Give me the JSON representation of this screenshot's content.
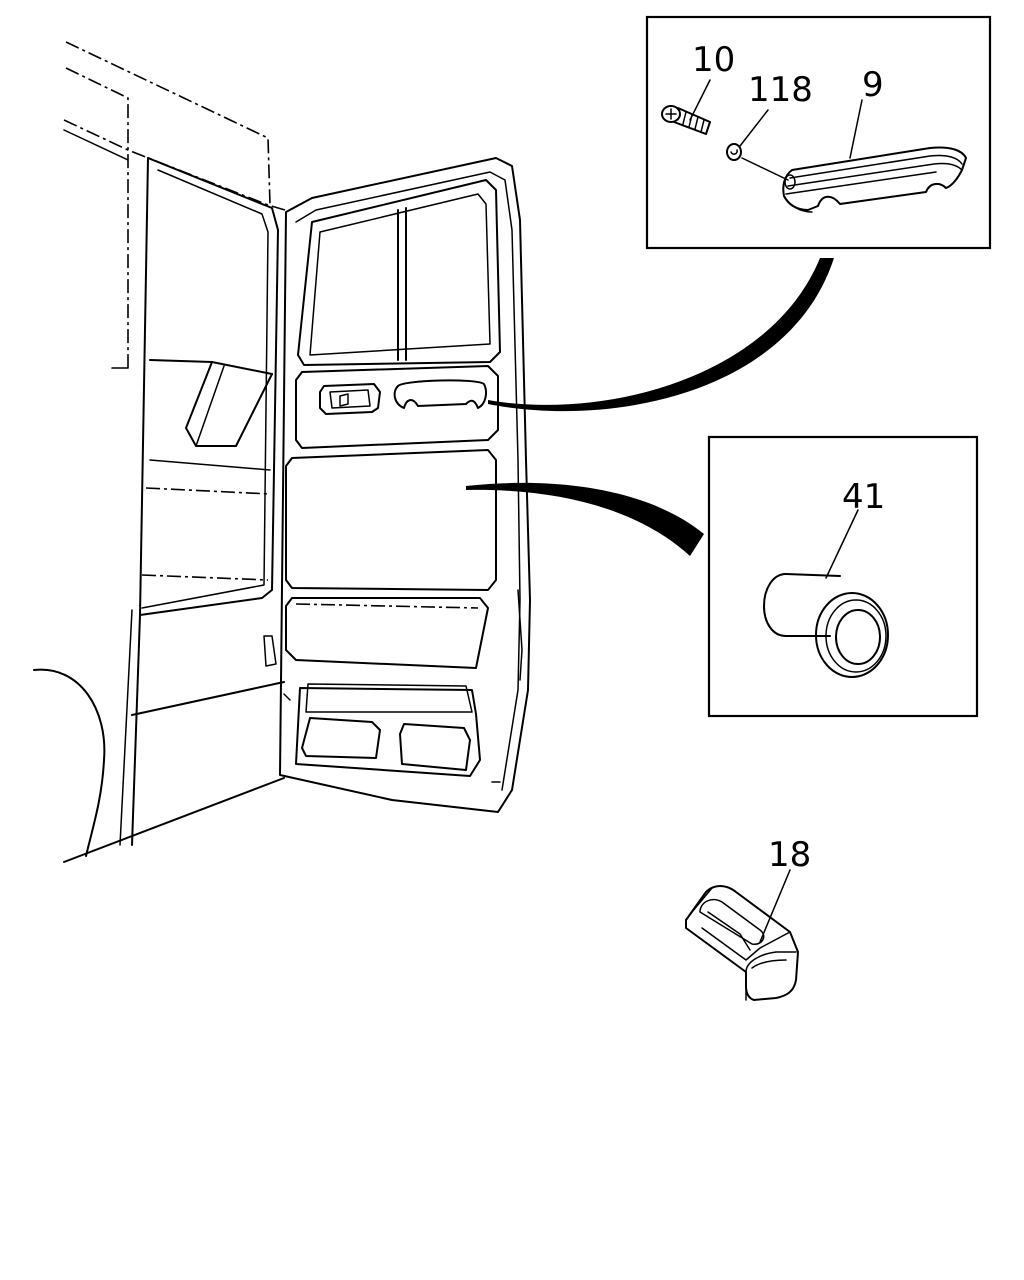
{
  "callouts": {
    "screw": "10",
    "washer": "118",
    "grip_handle": "9",
    "plug": "41",
    "clip": "18"
  }
}
